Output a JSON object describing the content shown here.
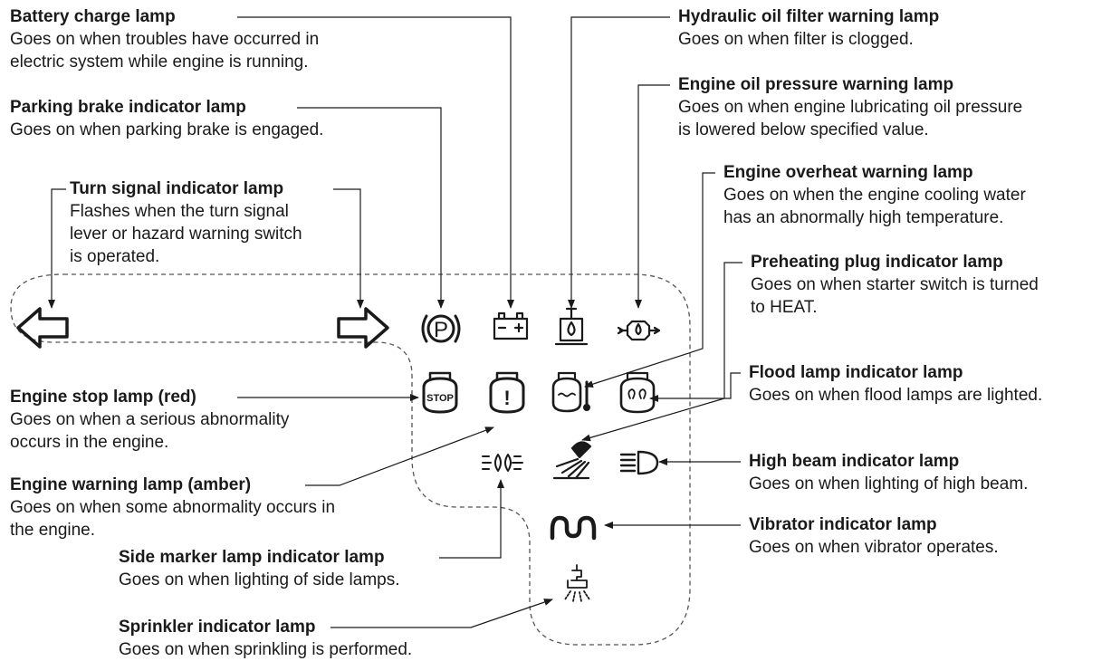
{
  "labels": {
    "battery": {
      "title": "Battery charge lamp",
      "desc": [
        "Goes on when troubles have occurred in",
        "electric system while engine is running."
      ]
    },
    "parking": {
      "title": "Parking brake indicator lamp",
      "desc": [
        "Goes on when parking brake is engaged."
      ]
    },
    "turn": {
      "title": "Turn signal indicator lamp",
      "desc": [
        "Flashes when the turn signal",
        "lever or hazard warning switch",
        "is operated."
      ]
    },
    "hydraulic": {
      "title": "Hydraulic oil filter warning lamp",
      "desc": [
        "Goes on when filter is clogged."
      ]
    },
    "oilpressure": {
      "title": "Engine oil pressure warning lamp",
      "desc": [
        "Goes on when engine lubricating oil pressure",
        "is lowered below specified value."
      ]
    },
    "overheat": {
      "title": "Engine overheat warning lamp",
      "desc": [
        "Goes on when the engine cooling water",
        "has an abnormally high temperature."
      ]
    },
    "preheat": {
      "title": "Preheating plug indicator lamp",
      "desc": [
        "Goes on when starter switch is turned",
        "to HEAT."
      ]
    },
    "flood": {
      "title": "Flood lamp indicator lamp",
      "desc": [
        "Goes on when flood lamps are lighted."
      ]
    },
    "stop": {
      "title": "Engine stop lamp (red)",
      "desc": [
        "Goes on when a serious abnormality",
        "occurs in the engine."
      ]
    },
    "warning": {
      "title": "Engine warning lamp (amber)",
      "desc": [
        "Goes on when some abnormality occurs in",
        "the engine."
      ]
    },
    "highbeam": {
      "title": "High beam indicator lamp",
      "desc": [
        "Goes on when lighting of high beam."
      ]
    },
    "vibrator": {
      "title": "Vibrator indicator lamp",
      "desc": [
        "Goes on when vibrator operates."
      ]
    },
    "sidemarker": {
      "title": "Side marker lamp indicator lamp",
      "desc": [
        "Goes on when lighting of side lamps."
      ]
    },
    "sprinkler": {
      "title": "Sprinkler indicator lamp",
      "desc": [
        "Goes on when sprinkling is performed."
      ]
    }
  },
  "icons": {
    "parking": "P",
    "stop": "STOP",
    "warning": "!"
  },
  "colors": {
    "ink": "#1a1a1a",
    "dash": "#555555"
  }
}
